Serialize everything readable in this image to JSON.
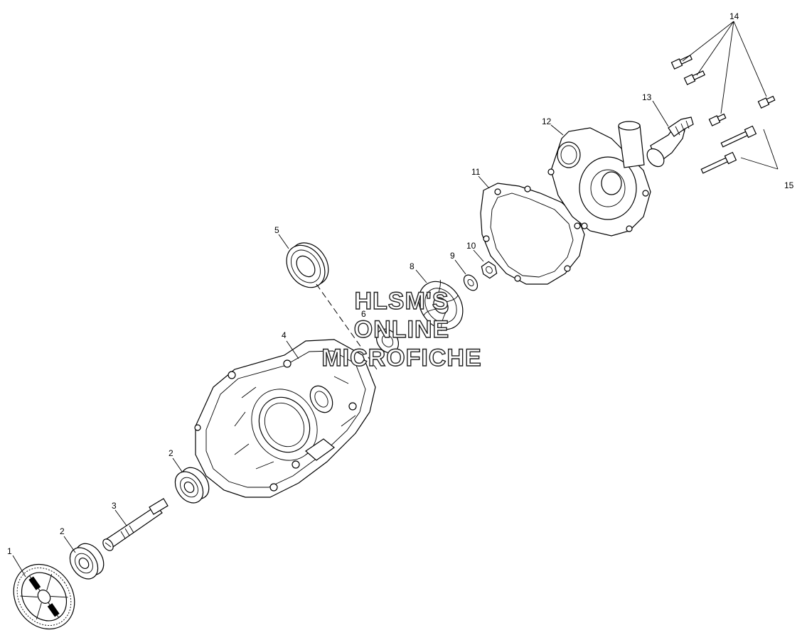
{
  "callouts": {
    "c1": "1",
    "c2a": "2",
    "c2b": "2",
    "c3": "3",
    "c4": "4",
    "c5": "5",
    "c6": "6",
    "c8": "8",
    "c9": "9",
    "c10": "10",
    "c11": "11",
    "c12": "12",
    "c13": "13",
    "c14": "14",
    "c15": "15"
  },
  "watermark": {
    "line1": "HLSM'S",
    "line2": "ONLINE",
    "line3": "MICROFICHE"
  }
}
